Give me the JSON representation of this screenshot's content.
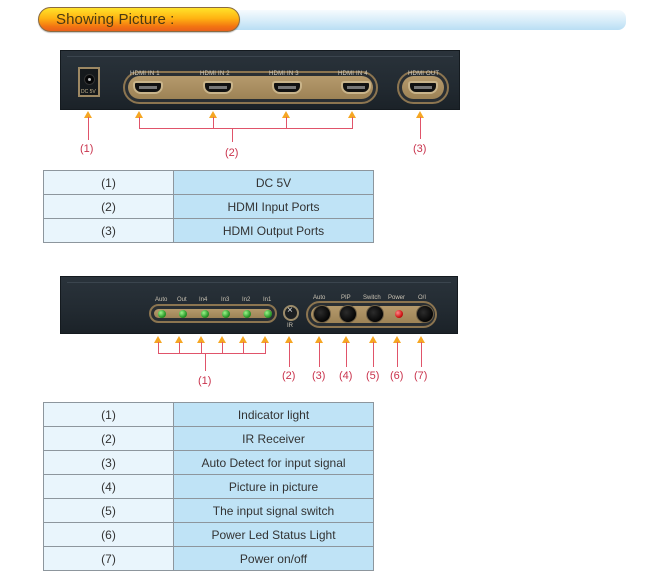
{
  "header": {
    "title": "Showing Picture :",
    "colors": {
      "pill_top": "#ffe32a",
      "pill_bottom": "#e9601b",
      "bar": "#bfe3f6"
    }
  },
  "rear_panel": {
    "dc_label": "DC 5V",
    "ports": [
      "HDMI IN 1",
      "HDMI IN 2",
      "HDMI IN 3",
      "HDMI IN 4"
    ],
    "output_port": "HDMI OUT",
    "callouts": [
      "(1)",
      "(2)",
      "(3)"
    ]
  },
  "rear_table": [
    {
      "id": "(1)",
      "desc": "DC 5V"
    },
    {
      "id": "(2)",
      "desc": "HDMI Input Ports"
    },
    {
      "id": "(3)",
      "desc": "HDMI Output Ports"
    }
  ],
  "front_panel": {
    "led_labels": [
      "Auto",
      "Out",
      "In4",
      "In3",
      "In2",
      "In1"
    ],
    "ir_label": "IR",
    "button_labels": [
      "Auto",
      "PIP",
      "Switch",
      "Power",
      "O/I"
    ],
    "callouts": [
      "(1)",
      "(2)",
      "(3)",
      "(4)",
      "(5)",
      "(6)",
      "(7)"
    ]
  },
  "front_table": [
    {
      "id": "(1)",
      "desc": "Indicator light"
    },
    {
      "id": "(2)",
      "desc": "IR Receiver"
    },
    {
      "id": "(3)",
      "desc": "Auto Detect for input signal"
    },
    {
      "id": "(4)",
      "desc": "Picture in picture"
    },
    {
      "id": "(5)",
      "desc": "The input signal switch"
    },
    {
      "id": "(6)",
      "desc": "Power Led Status Light"
    },
    {
      "id": "(7)",
      "desc": "Power on/off"
    }
  ]
}
